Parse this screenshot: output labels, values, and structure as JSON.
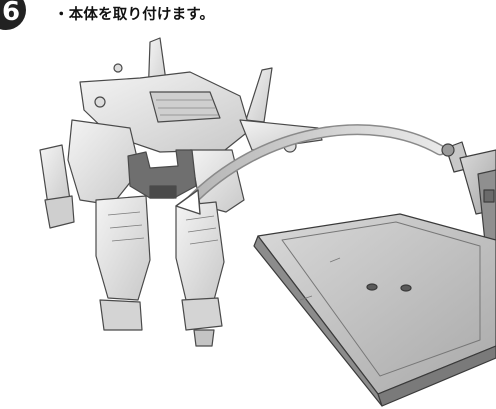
{
  "step": {
    "number": "6",
    "instruction": "・本体を取り付けます。"
  },
  "illustration": {
    "subjects": [
      "robot-figure",
      "display-stand-base",
      "stand-arm",
      "arrow"
    ]
  }
}
